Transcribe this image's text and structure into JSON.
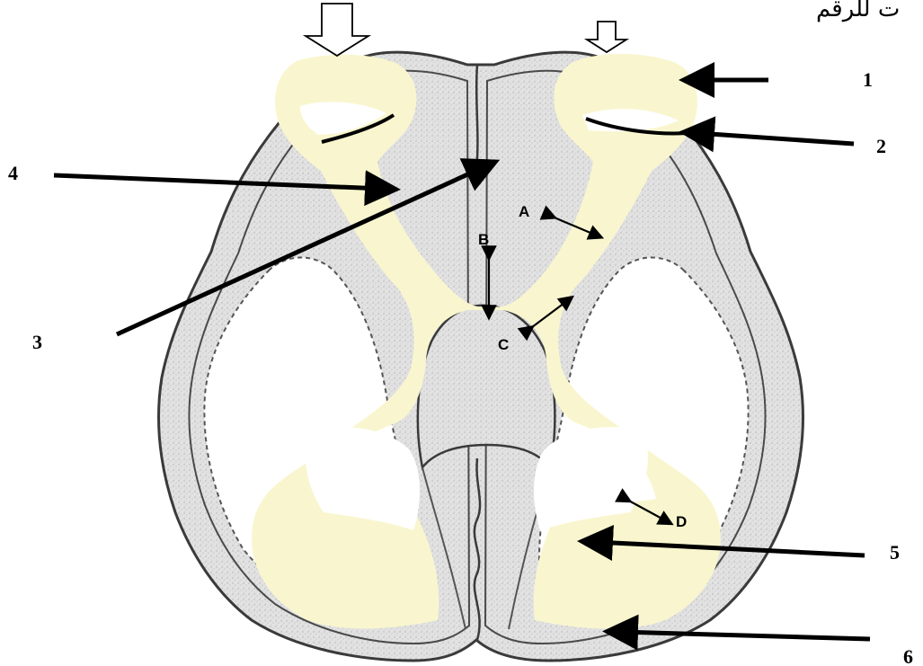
{
  "corner_text": "ت للرقم",
  "callouts": {
    "n1": "1",
    "n2": "2",
    "n3": "3",
    "n4": "4",
    "n5": "5",
    "n6": "6"
  },
  "regions": {
    "a": "A",
    "b": "B",
    "c": "C",
    "d": "D"
  },
  "colors": {
    "ventricle": "#f9f6cf",
    "tissue": "#dcdcdc",
    "outline": "#3a3a3a",
    "arrow": "#000000"
  }
}
